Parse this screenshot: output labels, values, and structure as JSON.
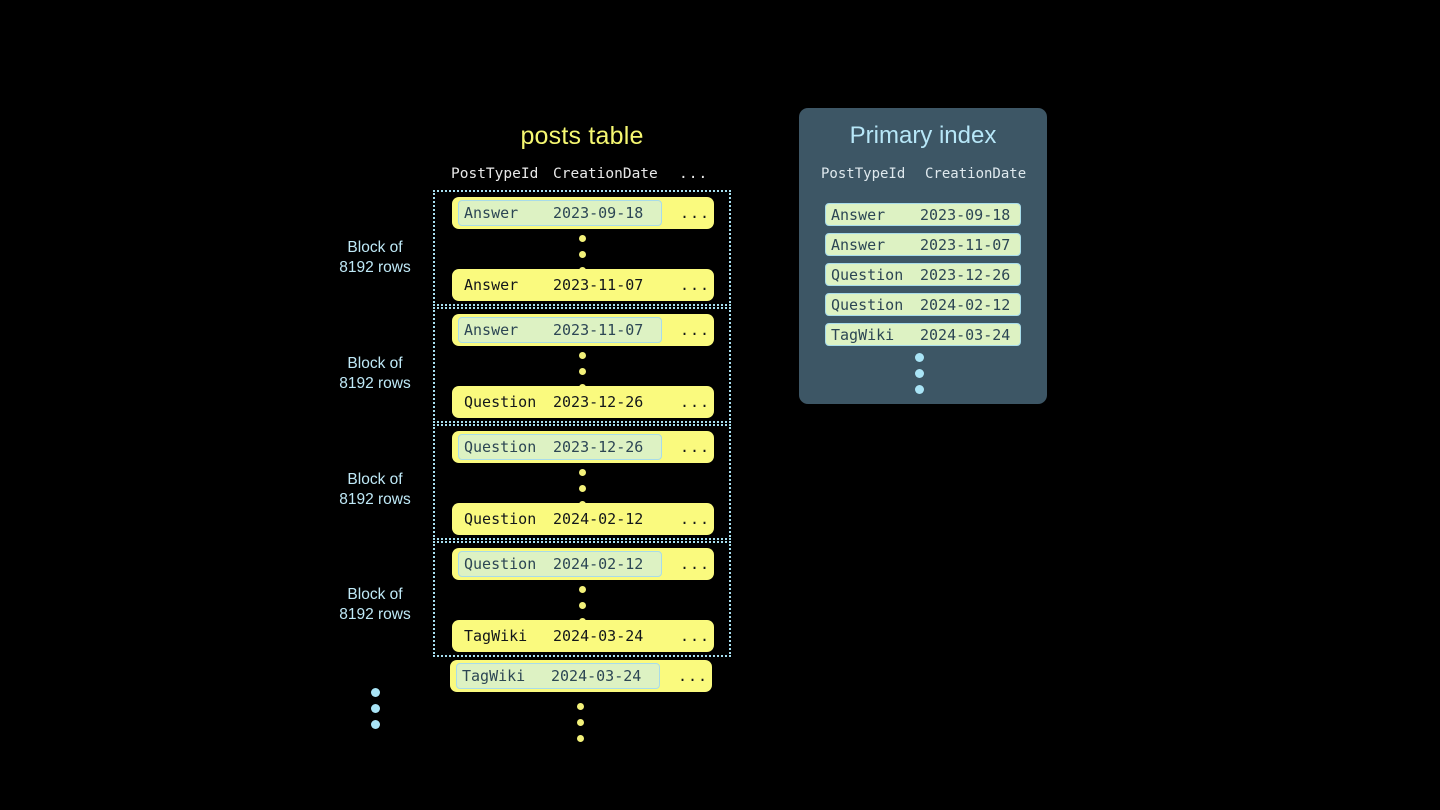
{
  "posts_table": {
    "title": "posts table",
    "columns": [
      "PostTypeId",
      "CreationDate",
      "..."
    ],
    "blocks": [
      {
        "label_line1": "Block of",
        "label_line2": "8192 rows",
        "first_row": {
          "type": "Answer",
          "date": "2023-09-18",
          "ellipsis": "...",
          "marked": true
        },
        "last_row": {
          "type": "Answer",
          "date": "2023-11-07",
          "ellipsis": "...",
          "marked": false
        }
      },
      {
        "label_line1": "Block of",
        "label_line2": "8192 rows",
        "first_row": {
          "type": "Answer",
          "date": "2023-11-07",
          "ellipsis": "...",
          "marked": true
        },
        "last_row": {
          "type": "Question",
          "date": "2023-12-26",
          "ellipsis": "...",
          "marked": false
        }
      },
      {
        "label_line1": "Block of",
        "label_line2": "8192 rows",
        "first_row": {
          "type": "Question",
          "date": "2023-12-26",
          "ellipsis": "...",
          "marked": true
        },
        "last_row": {
          "type": "Question",
          "date": "2024-02-12",
          "ellipsis": "...",
          "marked": false
        }
      },
      {
        "label_line1": "Block of",
        "label_line2": "8192 rows",
        "first_row": {
          "type": "Question",
          "date": "2024-02-12",
          "ellipsis": "...",
          "marked": true
        },
        "last_row": {
          "type": "TagWiki",
          "date": "2024-03-24",
          "ellipsis": "...",
          "marked": false
        }
      }
    ],
    "trailing_row": {
      "type": "TagWiki",
      "date": "2024-03-24",
      "ellipsis": "...",
      "marked": true
    }
  },
  "primary_index": {
    "title": "Primary index",
    "columns": [
      "PostTypeId",
      "CreationDate"
    ],
    "rows": [
      {
        "type": "Answer",
        "date": "2023-09-18"
      },
      {
        "type": "Answer",
        "date": "2023-11-07"
      },
      {
        "type": "Question",
        "date": "2023-12-26"
      },
      {
        "type": "Question",
        "date": "2024-02-12"
      },
      {
        "type": "TagWiki",
        "date": "2024-03-24"
      }
    ]
  },
  "colors": {
    "background": "#000000",
    "row_yellow": "#fafa7e",
    "mark_green": "#ddf2c3",
    "accent_blue": "#a9e4f6",
    "panel_slate": "#3d5665",
    "title_yellow": "#f6f871",
    "title_blue": "#b7e7f8",
    "dot_yellow": "#f3f17a"
  }
}
